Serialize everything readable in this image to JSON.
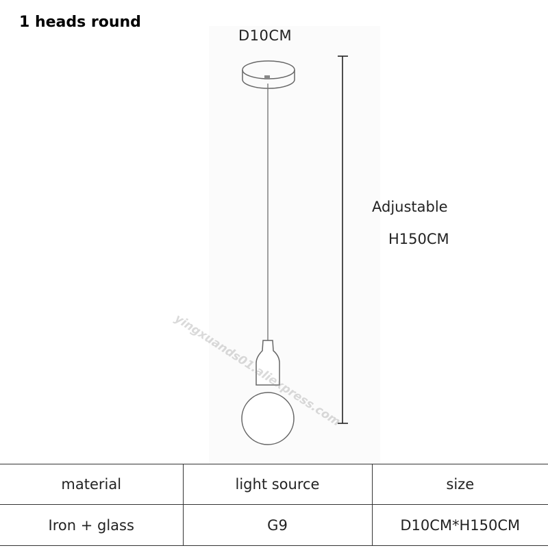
{
  "title": "1 heads round",
  "diagram": {
    "top_dimension": "D10CM",
    "adjustable_label": "Adjustable",
    "height_label": "H150CM",
    "watermark": "yingxuands01.aliexpress.com"
  },
  "specs_table": {
    "headers": [
      "material",
      "light source",
      "size"
    ],
    "values": [
      "Iron + glass",
      "G9",
      "D10CM*H150CM"
    ]
  }
}
